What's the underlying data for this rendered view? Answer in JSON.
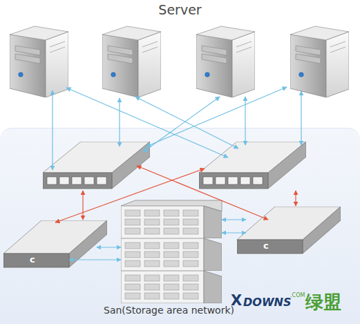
{
  "diagram": {
    "title": "Server",
    "nodes": [
      {
        "text": [
          "San(Storage area network)"
        ]
      },
      {
        "text": [
          "c"
        ],
        "in": 0
      },
      {
        "text": [
          "c"
        ],
        "in": 0
      }
    ],
    "labels": [
      "X",
      "DOWNS",
      ".COM",
      "绿盟"
    ]
  }
}
